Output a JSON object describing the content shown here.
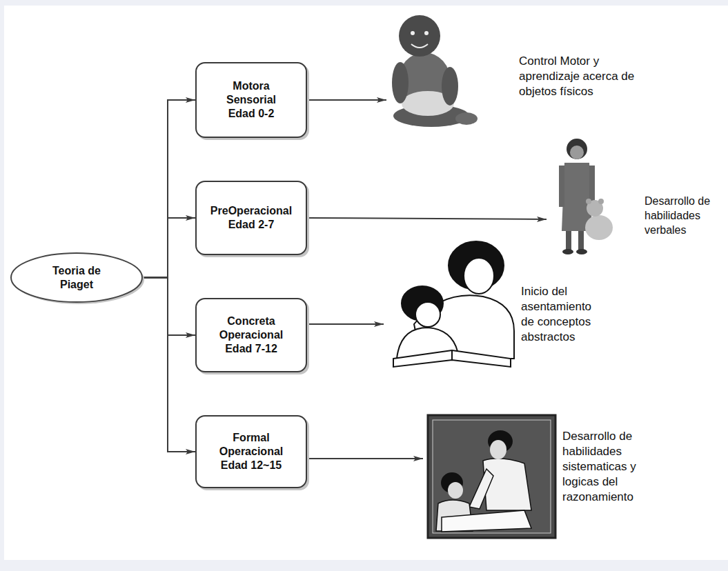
{
  "diagram": {
    "nodes": [
      {
        "text": [
          "Teoria de Piaget"
        ]
      },
      {
        "text": [
          "Motora Sensorial",
          "Edad 0-2"
        ]
      },
      {
        "text": [
          "PreOperacional",
          "Edad 2-7"
        ]
      },
      {
        "text": [
          "Concreta Operacional",
          "Edad 7-12"
        ]
      },
      {
        "text": [
          "Formal Operacional",
          "Edad 12~15"
        ]
      }
    ],
    "edges": [
      {
        "from": 0,
        "to": 1,
        "arrow": "to"
      },
      {
        "from": 0,
        "to": 2,
        "arrow": "to"
      },
      {
        "from": 0,
        "to": 3,
        "arrow": "to"
      },
      {
        "from": 0,
        "to": 4,
        "arrow": "to"
      }
    ],
    "labels": [
      "Control Motor y aprendizaje acerca de objetos físicos",
      "Desarrollo de habilidades verbales",
      "Inicio del asentamiento de conceptos abstractos",
      "Desarrollo de habilidades sistematicas y logicas del razonamiento"
    ]
  }
}
